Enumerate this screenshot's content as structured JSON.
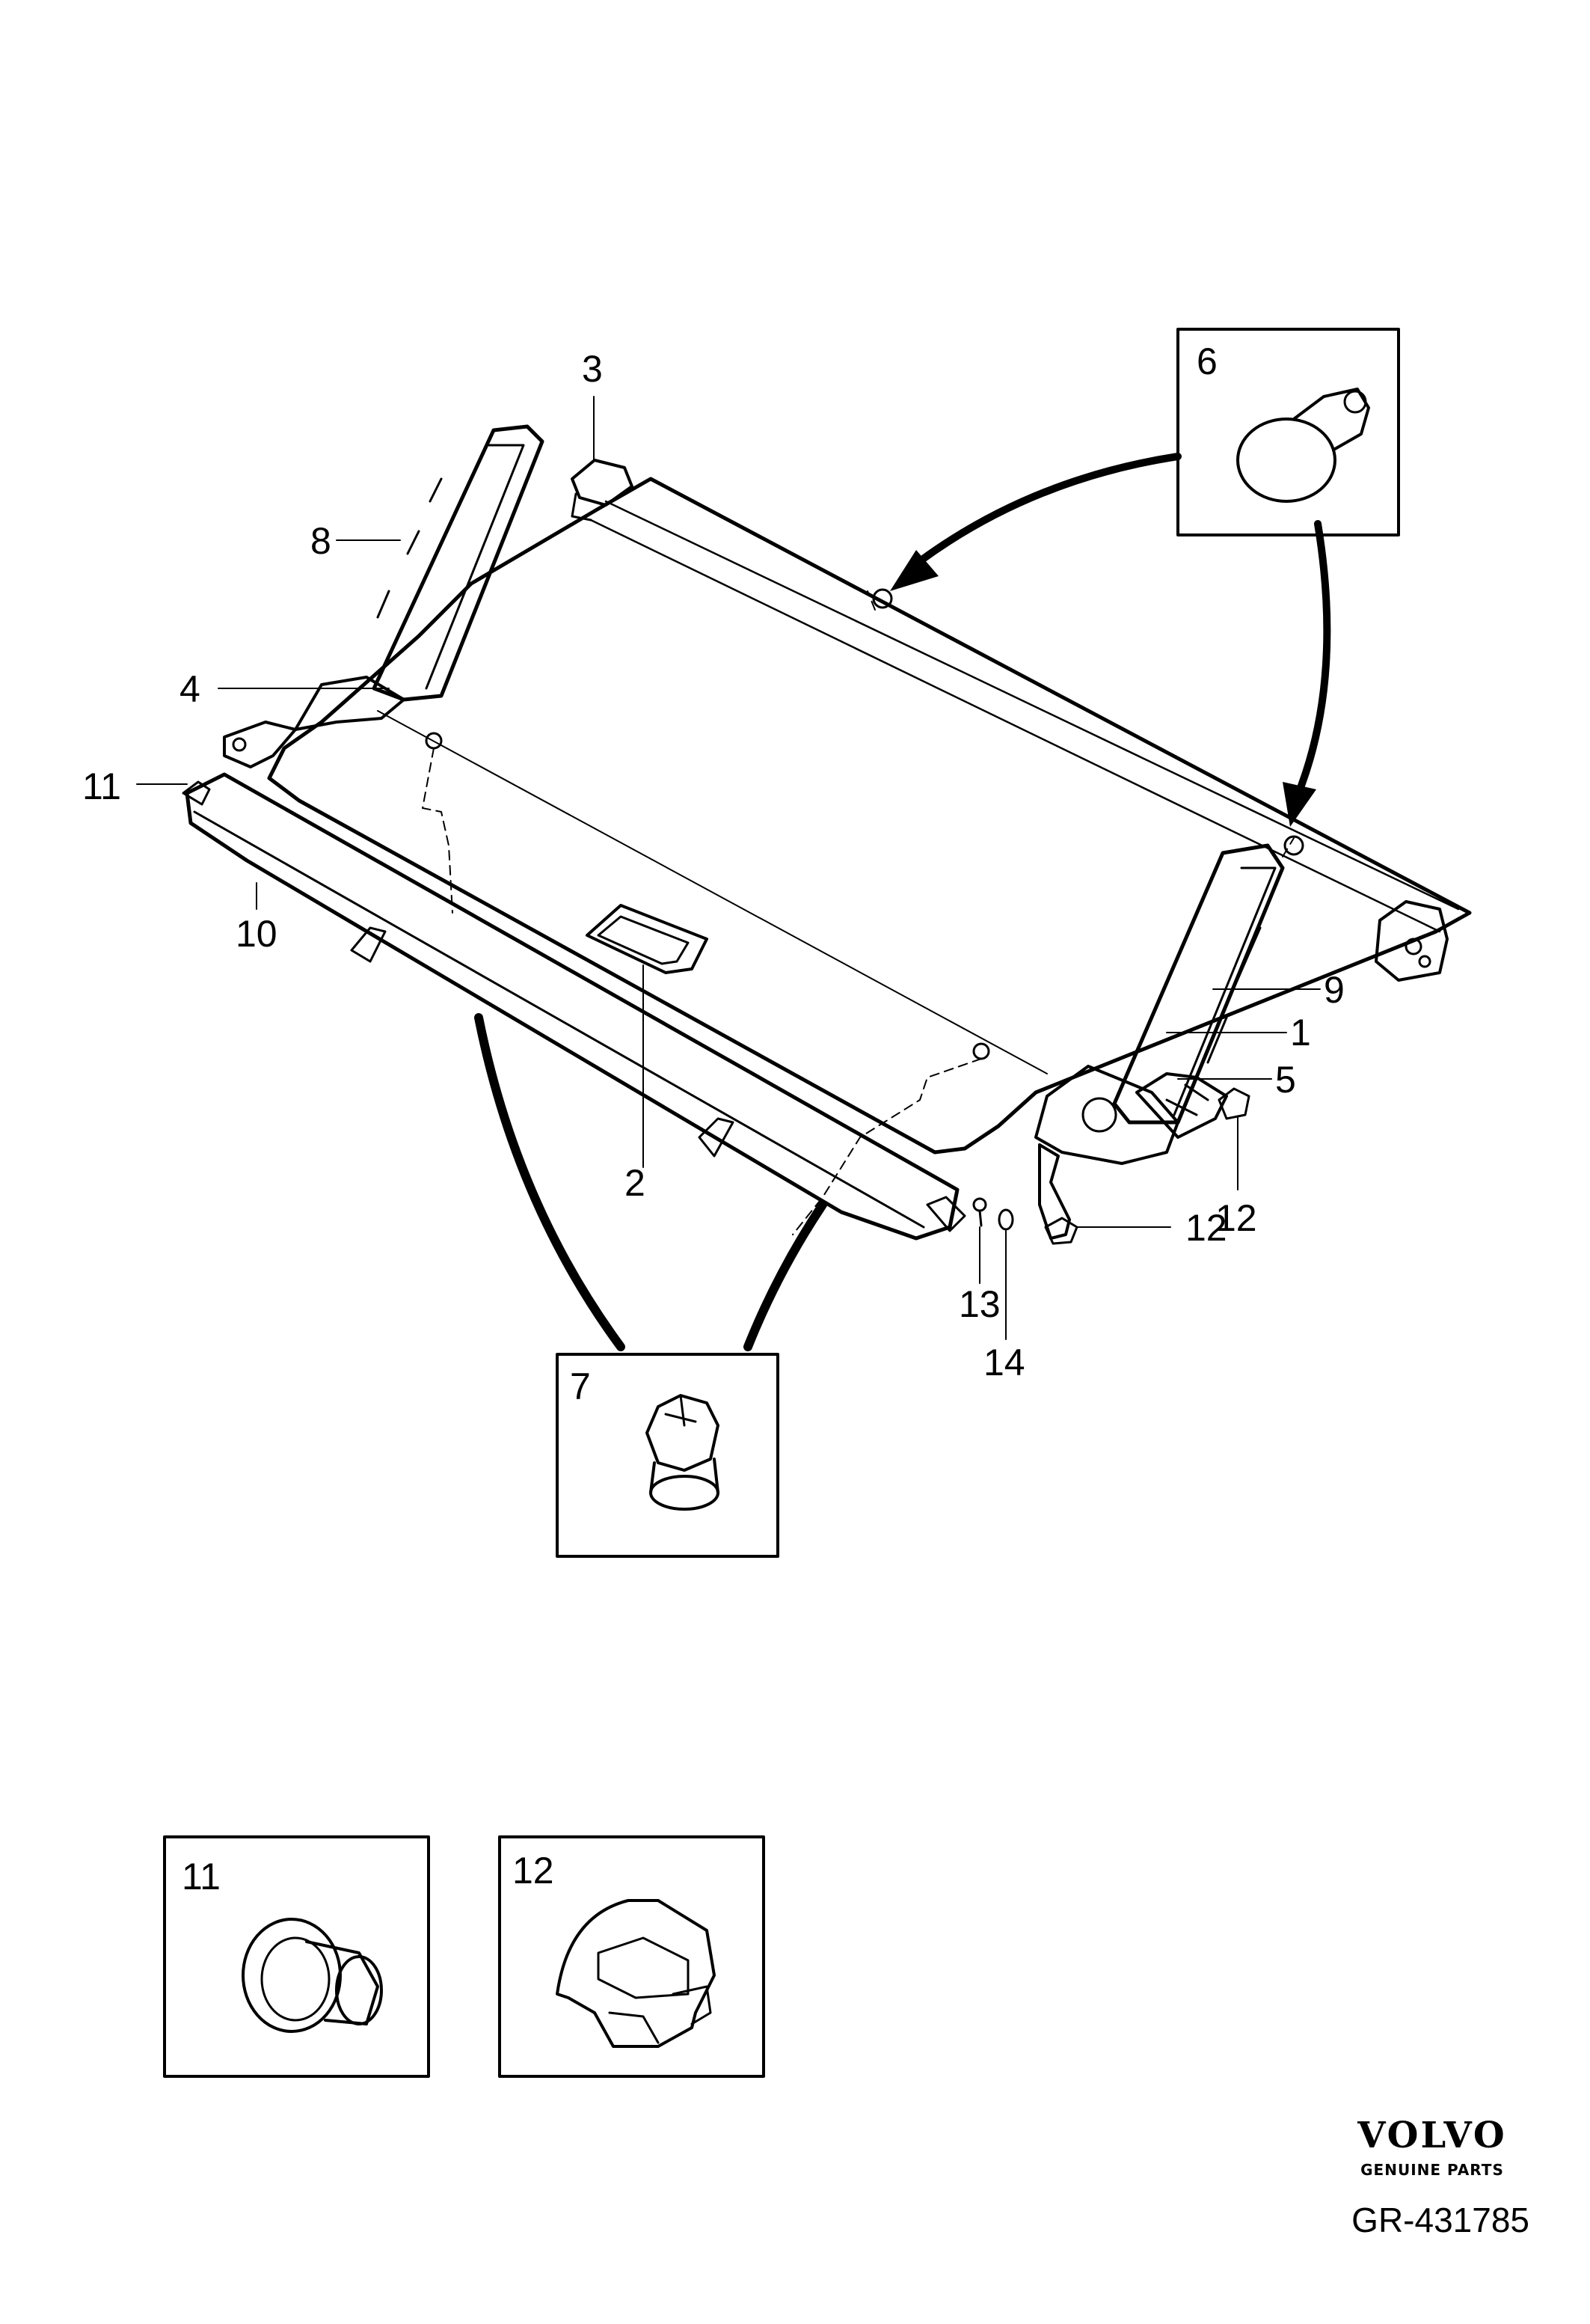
{
  "callouts": {
    "c1": "1",
    "c2": "2",
    "c3": "3",
    "c4": "4",
    "c5": "5",
    "c6": "6",
    "c7": "7",
    "c8": "8",
    "c9": "9",
    "c10": "10",
    "c11": "11",
    "c12a": "12",
    "c12b": "12",
    "c13": "13",
    "c14": "14"
  },
  "detail_boxes": {
    "box6": "6",
    "box7": "7",
    "box11": "11",
    "box12": "12"
  },
  "brand": {
    "name": "VOLVO",
    "tagline": "GENUINE PARTS"
  },
  "reference_code": "GR-431785",
  "colors": {
    "line": "#000000",
    "background": "#ffffff"
  }
}
